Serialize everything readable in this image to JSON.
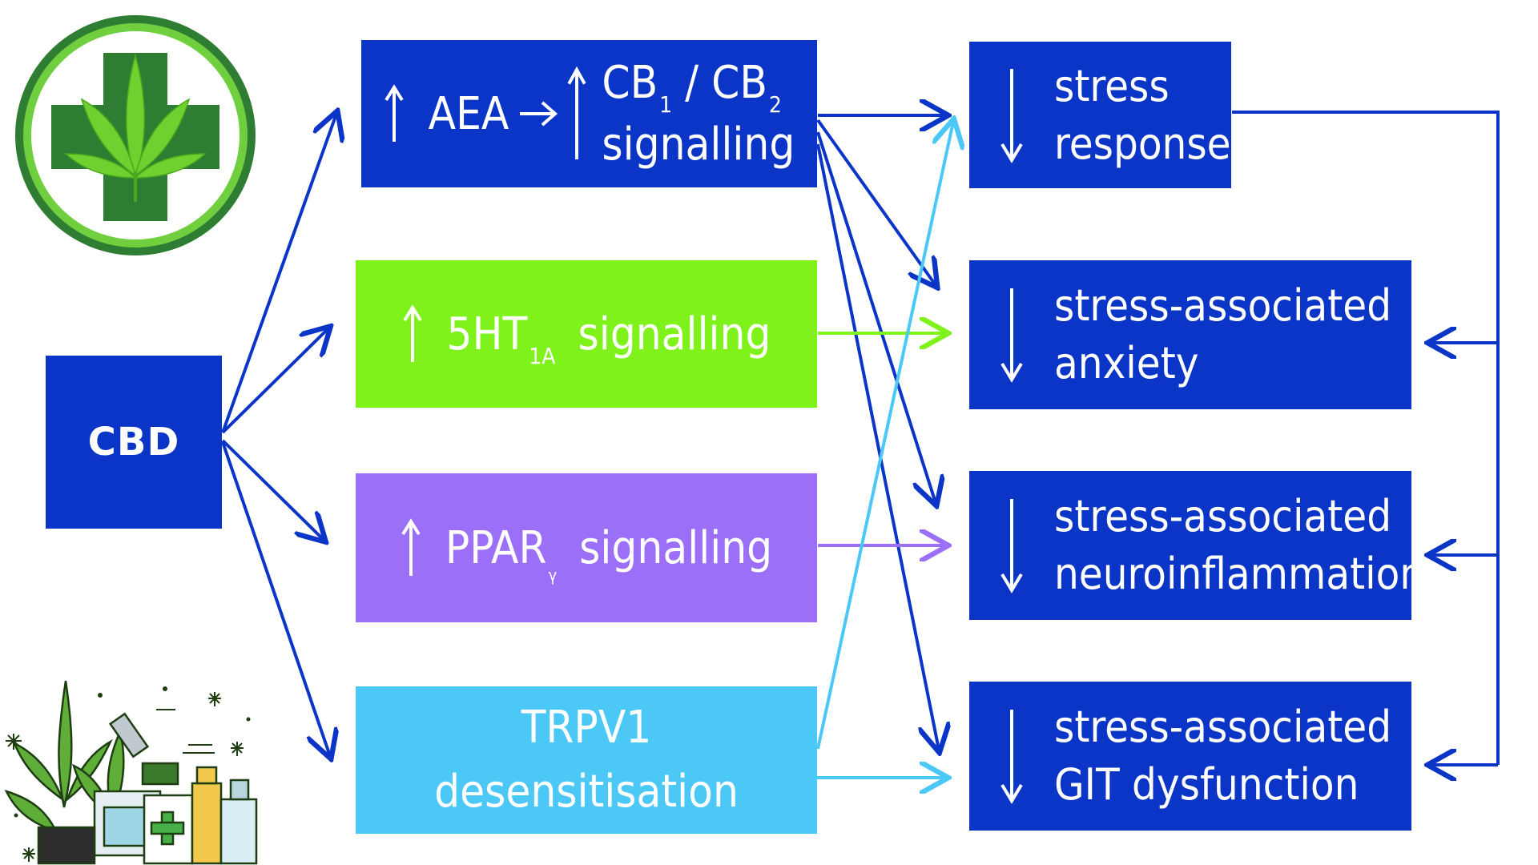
{
  "source": {
    "label": "CBD"
  },
  "mechanisms": {
    "aea": {
      "left": "AEA",
      "cb_a": "CB",
      "cb_a_sub": "1",
      "slash": "/",
      "cb_b": "CB",
      "cb_b_sub": "2",
      "signalling": "signalling"
    },
    "ht": {
      "label": "5HT",
      "sub": "1A",
      "signalling": "signalling"
    },
    "ppar": {
      "label": "PPAR",
      "sub": "γ",
      "signalling": "signalling"
    },
    "trpv": {
      "line1": "TRPV1",
      "line2": "desensitisation"
    }
  },
  "outcomes": [
    {
      "line1": "stress",
      "line2": "response"
    },
    {
      "line1": "stress-associated",
      "line2": "anxiety"
    },
    {
      "line1": "stress-associated",
      "line2": "neuroinflammation"
    },
    {
      "line1": "stress-associated",
      "line2": "GIT dysfunction"
    }
  ],
  "colors": {
    "dark_blue": "#0b35c7",
    "green": "#7ff21c",
    "purple": "#9b6ff7",
    "light_blue": "#4cc8f7",
    "logo_green": "#2e8b2e"
  },
  "icons": [
    "up-arrow-icon",
    "down-arrow-icon",
    "right-arrow-icon",
    "cannabis-cross-logo",
    "cannabis-lab-illustration"
  ]
}
